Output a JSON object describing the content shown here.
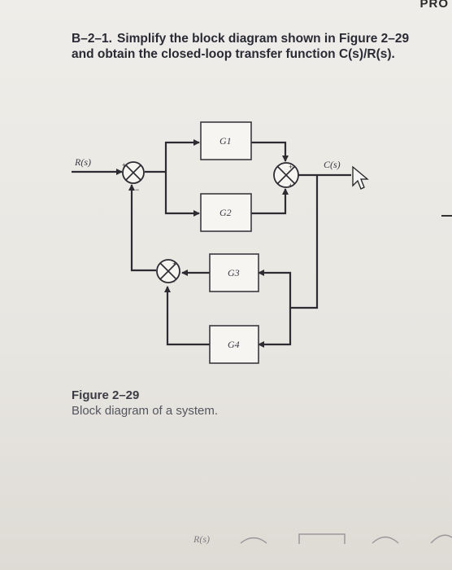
{
  "header": {
    "corner_text": "PRO"
  },
  "problem": {
    "number": "B–2–1.",
    "line1": "Simplify the block diagram shown in Figure 2–29",
    "line2": "and obtain the closed-loop transfer function C(s)/R(s)."
  },
  "diagram": {
    "input_label": "R(s)",
    "output_label": "C(s)",
    "blocks": [
      "G1",
      "G2",
      "G3",
      "G4"
    ],
    "signs": {
      "plus": "+",
      "minus": "−"
    }
  },
  "caption": {
    "title": "Figure 2–29",
    "text": "Block diagram of a system."
  },
  "bottom": {
    "label": "R(s)"
  }
}
